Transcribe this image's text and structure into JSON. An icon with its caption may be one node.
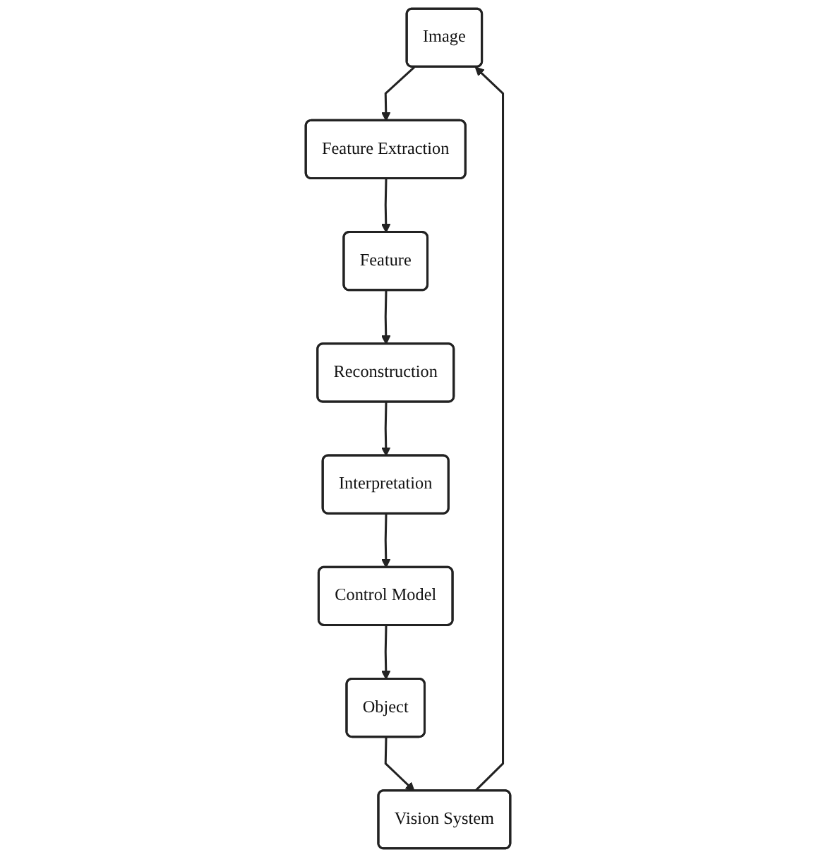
{
  "diagram": {
    "nodes": [
      {
        "text": [
          "Image"
        ]
      },
      {
        "text": [
          "Feature Extraction"
        ]
      },
      {
        "text": [
          "Feature"
        ]
      },
      {
        "text": [
          "Reconstruction"
        ]
      },
      {
        "text": [
          "Interpretation"
        ]
      },
      {
        "text": [
          "Control Model"
        ]
      },
      {
        "text": [
          "Object"
        ]
      },
      {
        "text": [
          "Vision System"
        ]
      }
    ],
    "edges": [
      {
        "from": 0,
        "to": 1,
        "arrow": "to"
      },
      {
        "from": 1,
        "to": 2,
        "arrow": "to"
      },
      {
        "from": 2,
        "to": 3,
        "arrow": "to"
      },
      {
        "from": 3,
        "to": 4,
        "arrow": "to"
      },
      {
        "from": 4,
        "to": 5,
        "arrow": "to"
      },
      {
        "from": 5,
        "to": 6,
        "arrow": "to"
      },
      {
        "from": 6,
        "to": 7,
        "arrow": "to"
      },
      {
        "from": 7,
        "to": 0,
        "arrow": "to"
      }
    ]
  }
}
